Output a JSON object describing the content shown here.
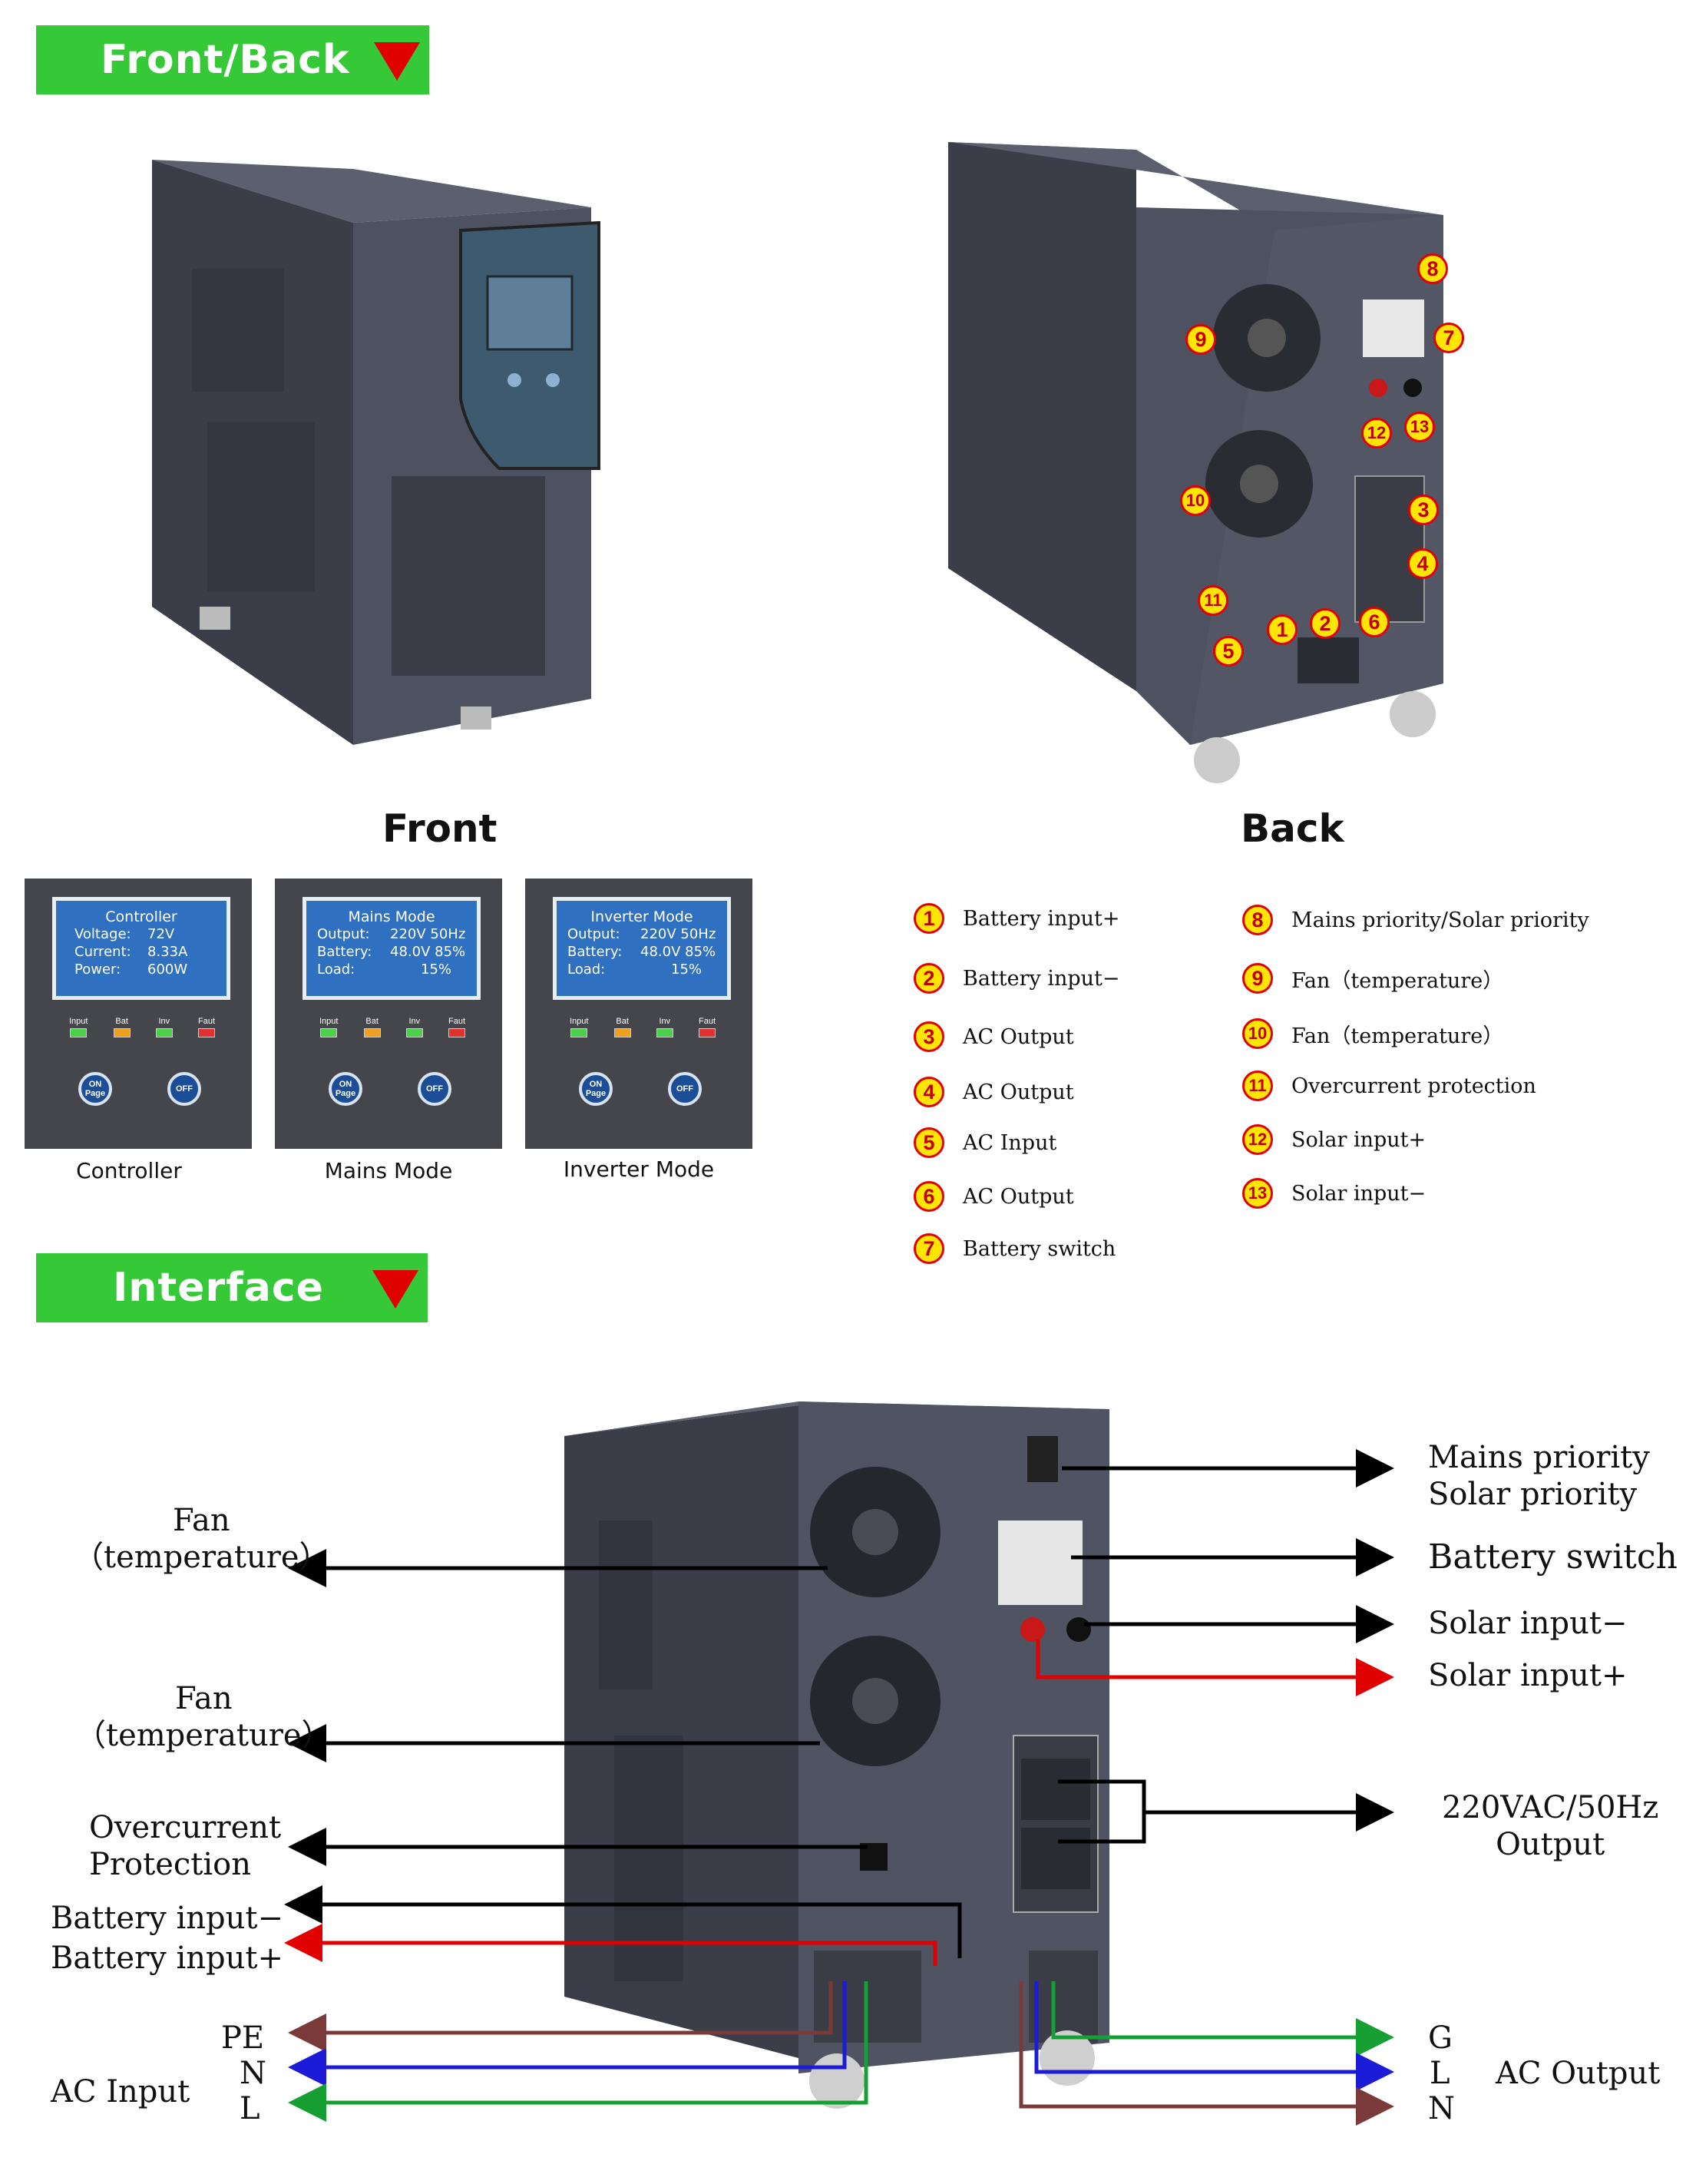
{
  "sections": {
    "front_back_title": "Front/Back",
    "interface_title": "Interface"
  },
  "photo_captions": {
    "front": "Front",
    "back": "Back"
  },
  "panels": [
    {
      "caption": "Controller",
      "lcd_title": "Controller",
      "rows": [
        {
          "k": "Voltage:",
          "v": "72V"
        },
        {
          "k": "Current:",
          "v": "8.33A"
        },
        {
          "k": "Power:",
          "v": "600W"
        }
      ]
    },
    {
      "caption": "Mains Mode",
      "lcd_title": "Mains Mode",
      "rows": [
        {
          "k": "Output:",
          "v": "220V 50Hz"
        },
        {
          "k": "Battery:",
          "v": "48.0V 85%"
        },
        {
          "k": "Load:",
          "v": "15%"
        }
      ]
    },
    {
      "caption": "Inverter Mode",
      "lcd_title": "Inverter Mode",
      "rows": [
        {
          "k": "Output:",
          "v": "220V 50Hz"
        },
        {
          "k": "Battery:",
          "v": "48.0V 85%"
        },
        {
          "k": "Load:",
          "v": "15%"
        }
      ]
    }
  ],
  "indicators": [
    "Input",
    "Bat",
    "Inv",
    "Faut"
  ],
  "indicator_colors": [
    "#4cd04c",
    "#f0a020",
    "#4cd04c",
    "#e03030"
  ],
  "buttons": {
    "on": "ON Page",
    "off": "OFF"
  },
  "legend": [
    {
      "n": "1",
      "label": "Battery input+"
    },
    {
      "n": "2",
      "label": "Battery input−"
    },
    {
      "n": "3",
      "label": "AC  Output"
    },
    {
      "n": "4",
      "label": "AC  Output"
    },
    {
      "n": "5",
      "label": "AC  Input"
    },
    {
      "n": "6",
      "label": "AC  Output"
    },
    {
      "n": "7",
      "label": "Battery switch"
    },
    {
      "n": "8",
      "label": "Mains priority/Solar priority"
    },
    {
      "n": "9",
      "label": "Fan（temperature）"
    },
    {
      "n": "10",
      "label": "Fan（temperature）"
    },
    {
      "n": "11",
      "label": "Overcurrent protection"
    },
    {
      "n": "12",
      "label": "Solar input+"
    },
    {
      "n": "13",
      "label": "Solar input−"
    }
  ],
  "diagram": {
    "fan1": "Fan\n（temperature）",
    "fan2": "Fan\n（temperature）",
    "overcurrent": "Overcurrent\nProtection",
    "battery_minus": "Battery input−",
    "battery_plus": "Battery input+",
    "pe": "PE",
    "n_in": "N",
    "l_in": "L",
    "ac_input": "AC Input",
    "priority": "Mains priority\nSolar priority",
    "battery_switch": "Battery switch",
    "solar_minus": "Solar input−",
    "solar_plus": "Solar input+",
    "output_220": "220VAC/50Hz\nOutput",
    "g_out": "G",
    "l_out": "L",
    "n_out": "N",
    "ac_output": "AC Output"
  },
  "colors": {
    "banner_green": "#35c837",
    "arrow_red": "#e00000",
    "wire_black": "#000000",
    "wire_red": "#e00000",
    "wire_brown": "#7a3a3a",
    "wire_blue": "#1c1cd8",
    "wire_green": "#16a034",
    "cabinet": "#4a4c58"
  }
}
